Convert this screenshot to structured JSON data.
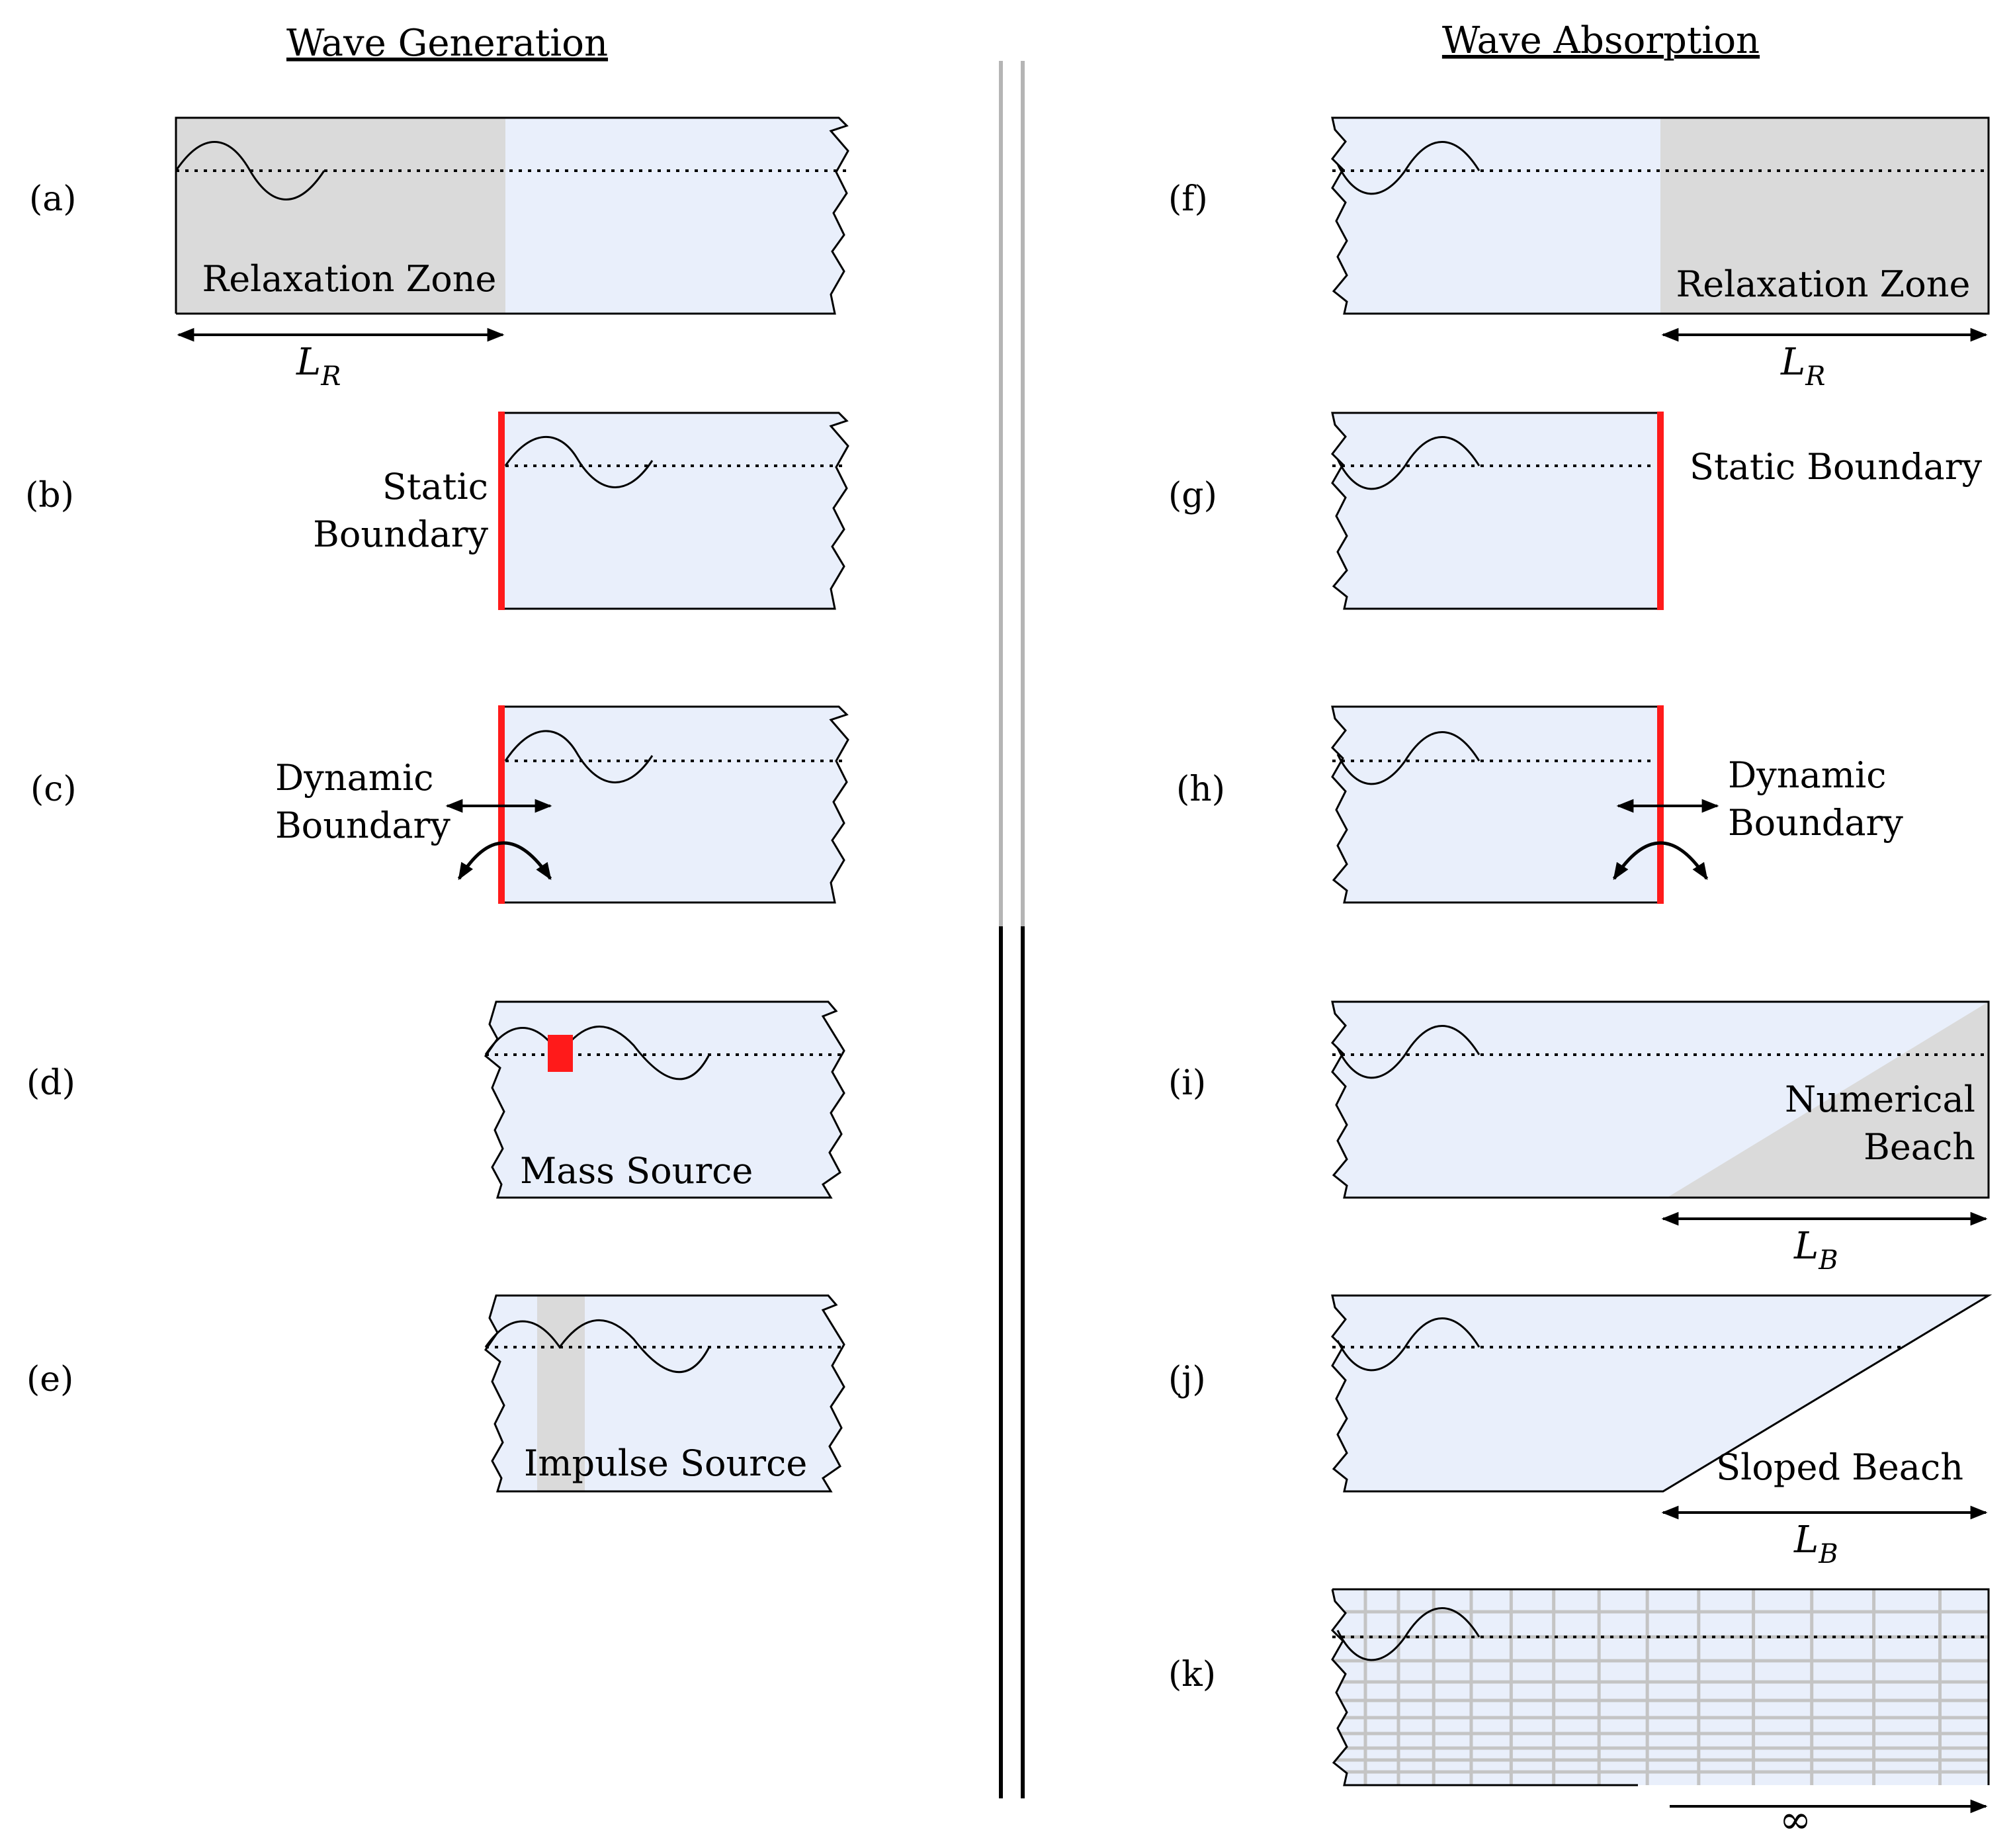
{
  "titles": {
    "generation": "Wave Generation",
    "absorption": "Wave Absorption"
  },
  "panels": {
    "a": {
      "label": "(a)",
      "text": "Relaxation Zone",
      "length_symbol": "L",
      "length_sub": "R"
    },
    "b": {
      "label": "(b)",
      "text_line1": "Static",
      "text_line2": "Boundary"
    },
    "c": {
      "label": "(c)",
      "text_line1": "Dynamic",
      "text_line2": "Boundary"
    },
    "d": {
      "label": "(d)",
      "text": "Mass Source"
    },
    "e": {
      "label": "(e)",
      "text": "Impulse Source"
    },
    "f": {
      "label": "(f)",
      "text": "Relaxation Zone",
      "length_symbol": "L",
      "length_sub": "R"
    },
    "g": {
      "label": "(g)",
      "text": "Static Boundary"
    },
    "h": {
      "label": "(h)",
      "text_line1": "Dynamic",
      "text_line2": "Boundary"
    },
    "i": {
      "label": "(i)",
      "text_line1": "Numerical",
      "text_line2": "Beach",
      "length_symbol": "L",
      "length_sub": "B"
    },
    "j": {
      "label": "(j)",
      "text": "Sloped Beach",
      "length_symbol": "L",
      "length_sub": "B"
    },
    "k": {
      "label": "(k)",
      "length_symbol": "∞"
    }
  },
  "colors": {
    "water": "#e9effb",
    "zone": "#dadada",
    "boundary": "#ff1a1a",
    "grid": "#c4c4c4",
    "divider_gray": "#b5b5b5",
    "divider_black": "#000000"
  }
}
